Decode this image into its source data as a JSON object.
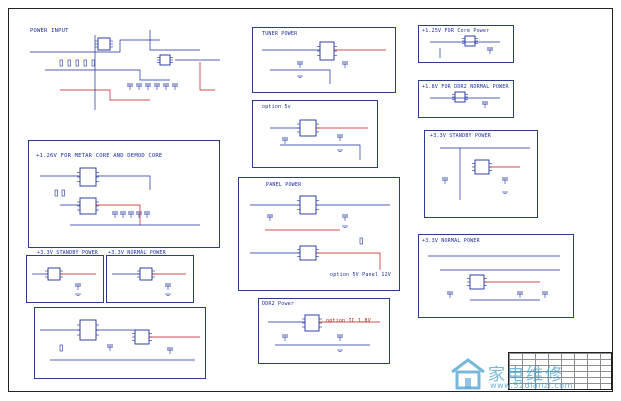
{
  "sheet": {
    "blocks": {
      "power_input": "POWER INPUT",
      "tuner_power": "TUNER POWER",
      "core_power_125": "+1.25V FOR Core Power",
      "ddr2_normal_18": "+1.8V FOR DDR2 NORMAL POWER",
      "option_5v": "option 5v",
      "metar_core": "+1.26V FOR METAR CORE AND DEMOD CORE",
      "standby_33_right": "+3.3V STANDBY POWER",
      "panel_power": "PANEL POWER",
      "normal_33_right": "+3.3V NORMAL POWER",
      "standby_33_left": "+3.3V STANDBY POWER",
      "normal_33_left": "+3.3V NORMAL POWER",
      "ddr2_power": "DDR2 Power"
    },
    "notes": {
      "panel_option": "option 5V Panel 12V",
      "ddr2_option": "option IC 1.8V"
    }
  },
  "watermark": {
    "cn_text": "家电维修",
    "url": "www.52dianzi.com"
  },
  "colors": {
    "wire": "#1a2f9c",
    "net_red": "#c21515",
    "frame": "#222222",
    "watermark": "#4a9fd0"
  }
}
